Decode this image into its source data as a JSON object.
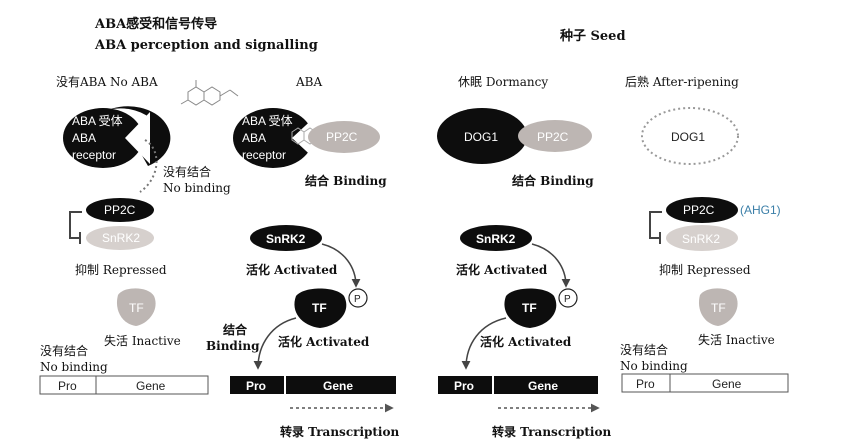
{
  "title": {
    "zh": "ABA感受和信号传导",
    "en": "ABA perception and signalling"
  },
  "seed_title": "种子 Seed",
  "panels": {
    "no_aba": {
      "header": "没有ABA No ABA",
      "receptor_line1": "ABA 受体",
      "receptor_line2": "ABA",
      "receptor_line3": "receptor",
      "no_binding_zh": "没有结合",
      "no_binding_en": "No binding",
      "pp2c": "PP2C",
      "snrk2": "SnRK2",
      "repressed": "抑制 Repressed",
      "tf": "TF",
      "inactive": "失活 Inactive",
      "no_binding2_zh": "没有结合",
      "no_binding2_en": "No binding",
      "pro": "Pro",
      "gene": "Gene"
    },
    "aba": {
      "header": "ABA",
      "receptor_line1": "ABA 受体",
      "receptor_line2": "ABA",
      "receptor_line3": "receptor",
      "pp2c": "PP2C",
      "binding": "结合 Binding",
      "snrk2": "SnRK2",
      "activated": "活化 Activated",
      "tf": "TF",
      "p": "P",
      "activated2": "活化 Activated",
      "binding_zh": "结合",
      "binding_en": "Binding",
      "pro": "Pro",
      "gene": "Gene",
      "transcription": "转录 Transcription"
    },
    "dormancy": {
      "header": "休眠 Dormancy",
      "dog1": "DOG1",
      "pp2c": "PP2C",
      "binding": "结合 Binding",
      "snrk2": "SnRK2",
      "activated": "活化 Activated",
      "tf": "TF",
      "p": "P",
      "activated2": "活化 Activated",
      "pro": "Pro",
      "gene": "Gene",
      "transcription": "转录 Transcription"
    },
    "after_ripening": {
      "header": "后熟 After-ripening",
      "dog1": "DOG1",
      "pp2c": "PP2C",
      "ahg1": "(AHG1)",
      "snrk2": "SnRK2",
      "repressed": "抑制 Repressed",
      "tf": "TF",
      "inactive": "失活 Inactive",
      "no_binding_zh": "没有结合",
      "no_binding_en": "No binding",
      "pro": "Pro",
      "gene": "Gene"
    }
  },
  "colors": {
    "black": "#0d0d0d",
    "grey": "#bdb6b3",
    "light_grey": "#d6d0cd",
    "blue_label": "#3b7fa8"
  }
}
